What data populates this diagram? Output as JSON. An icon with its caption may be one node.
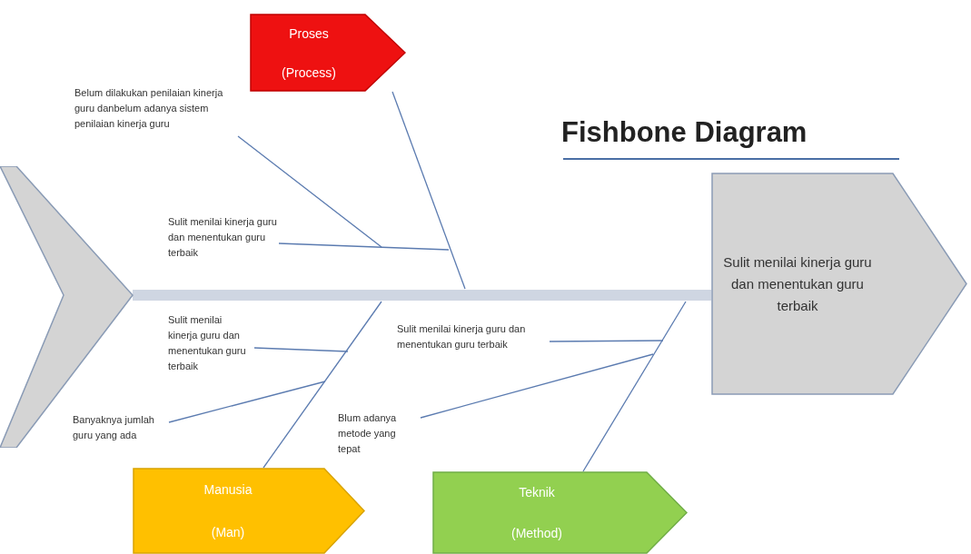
{
  "diagram": {
    "title": "Fishbone Diagram",
    "nodes": [
      {
        "text": [],
        "shape": "chevron"
      },
      {
        "text": [
          "Sulit menilai kinerja guru dan menentukan guru terbaik"
        ]
      },
      {
        "text": [
          "Proses",
          "(Process)"
        ]
      },
      {
        "text": [
          "Manusia",
          "(Man)"
        ]
      },
      {
        "text": [
          "Teknik",
          "(Method)"
        ]
      },
      {
        "text": [
          "Belum dilakukan penilaian kinerja guru danbelum adanya sistem penilaian kinerja guru"
        ]
      },
      {
        "text": [
          "Sulit menilai kinerja guru dan menentukan guru terbaik"
        ]
      },
      {
        "text": [
          "Sulit menilai kinerja guru dan menentukan guru terbaik"
        ]
      },
      {
        "text": [
          "Banyaknya jumlah guru yang ada"
        ]
      },
      {
        "text": [
          "Sulit menilai kinerja guru dan menentukan guru terbaik"
        ]
      },
      {
        "text": [
          "Blum adanya metode yang tepat"
        ]
      }
    ],
    "edges": [
      {
        "from": 0,
        "to": 1,
        "arrow": "none",
        "style": "thick",
        "color": "#cfd6e2"
      },
      {
        "from": 2,
        "to": null,
        "arrow": "none"
      },
      {
        "from": 5,
        "to": null,
        "arrow": "none"
      },
      {
        "from": 6,
        "to": null,
        "arrow": "none"
      },
      {
        "from": 3,
        "to": null,
        "arrow": "none"
      },
      {
        "from": 7,
        "to": null,
        "arrow": "none"
      },
      {
        "from": 8,
        "to": null,
        "arrow": "none"
      },
      {
        "from": 4,
        "to": null,
        "arrow": "none"
      },
      {
        "from": 9,
        "to": null,
        "arrow": "none"
      },
      {
        "from": 10,
        "to": null,
        "arrow": "none"
      }
    ]
  }
}
